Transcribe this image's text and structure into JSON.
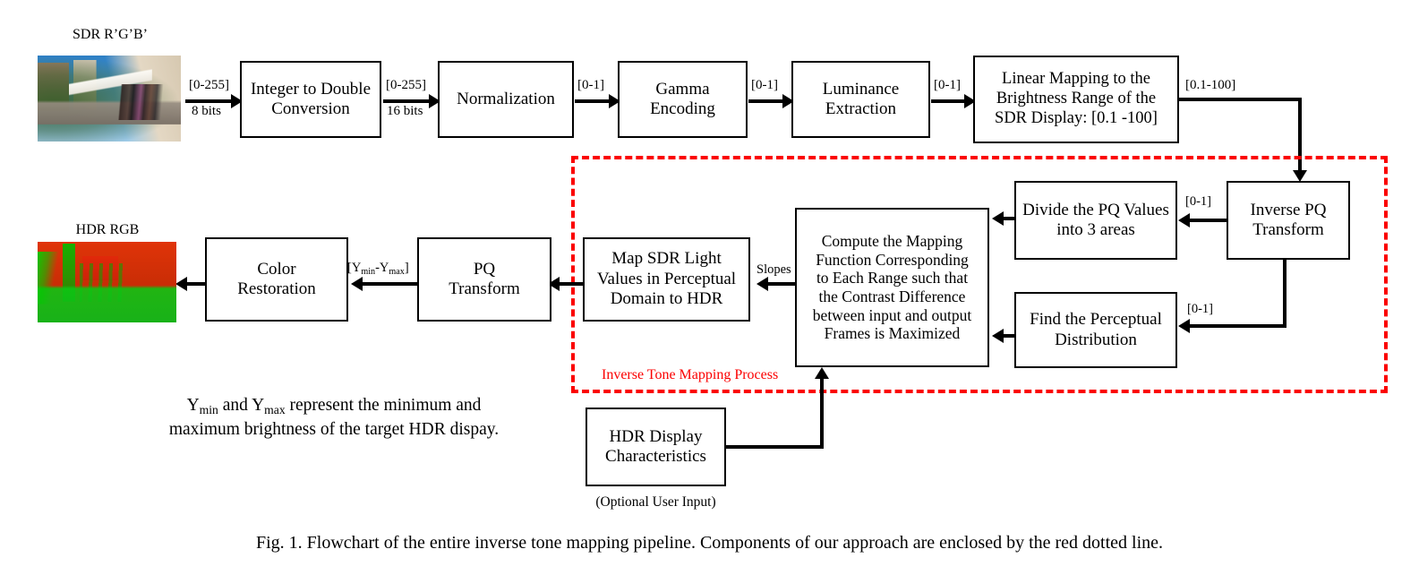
{
  "figure": {
    "caption": "Fig. 1. Flowchart of the entire inverse tone mapping pipeline. Components of our approach are enclosed by the red dotted line.",
    "note": "Ymin and Ymax represent the minimum and\nmaximum brightness of the target HDR dispay.",
    "note_line1_prefix": "",
    "note_line2": "maximum brightness of the target HDR dispay."
  },
  "colors": {
    "region_border": "#fb0000",
    "region_label": "#fb0000",
    "box_border": "#000000",
    "line": "#000000",
    "background": "#ffffff"
  },
  "thumbnails": [
    {
      "name": "sdr-input-image",
      "caption": "SDR R’G’B’"
    },
    {
      "name": "hdr-output-image",
      "caption": "HDR RGB"
    }
  ],
  "region": {
    "label": "Inverse Tone Mapping Process"
  },
  "boxes": [
    {
      "id": "integer-to-double",
      "label": "Integer to Double\nConversion"
    },
    {
      "id": "normalization",
      "label": "Normalization"
    },
    {
      "id": "gamma-encoding",
      "label": "Gamma\nEncoding"
    },
    {
      "id": "luminance-extraction",
      "label": "Luminance\nExtraction"
    },
    {
      "id": "linear-mapping",
      "label": "Linear Mapping to the\nBrightness Range of the\nSDR Display: [0.1  -100]"
    },
    {
      "id": "inverse-pq-transform",
      "label": "Inverse PQ\nTransform"
    },
    {
      "id": "divide-pq-values",
      "label": "Divide the PQ Values\ninto 3 areas"
    },
    {
      "id": "find-perceptual-distribution",
      "label": "Find the Perceptual\nDistribution"
    },
    {
      "id": "compute-mapping-function",
      "label": "Compute the Mapping\nFunction Corresponding\nto Each Range such that\nthe Contrast Difference\nbetween input and output\nFrames is Maximized"
    },
    {
      "id": "map-sdr-light-values",
      "label": "Map SDR Light\nValues in Perceptual\nDomain to HDR"
    },
    {
      "id": "pq-transform",
      "label": "PQ\nTransform"
    },
    {
      "id": "color-restoration",
      "label": "Color\nRestoration"
    },
    {
      "id": "hdr-display-characteristics",
      "label": "HDR Display\nCharacteristics"
    }
  ],
  "box_labels": {
    "integer_to_double": "Integer to Double\nConversion",
    "normalization": "Normalization",
    "gamma_encoding": "Gamma\nEncoding",
    "luminance_extraction": "Luminance\nExtraction",
    "linear_mapping": "Linear Mapping to the\nBrightness Range of the\nSDR Display: [0.1  -100]",
    "inverse_pq_transform": "Inverse PQ\nTransform",
    "divide_pq_values": "Divide the PQ Values\ninto 3 areas",
    "find_perceptual_distribution": "Find the Perceptual\nDistribution",
    "compute_mapping_function": "Compute the Mapping\nFunction Corresponding\nto Each Range such that\nthe Contrast Difference\nbetween input and output\nFrames is Maximized",
    "map_sdr_light_values": "Map SDR Light\nValues in Perceptual\nDomain to HDR",
    "pq_transform": "PQ\nTransform",
    "color_restoration": "Color\nRestoration",
    "hdr_display_characteristics": "HDR Display\nCharacteristics",
    "hdr_display_note": "(Optional User Input)"
  },
  "edge_labels": {
    "img_to_int_range": "[0-255]",
    "img_to_int_bits": "8 bits",
    "int_to_norm_range": "[0-255]",
    "int_to_norm_bits": "16 bits",
    "norm_to_gamma": "[0-1]",
    "gamma_to_lum": "[0-1]",
    "lum_to_linear": "[0-1]",
    "linear_to_invpq": "[0.1-100]",
    "invpq_to_divide": "[0-1]",
    "invpq_to_find": "[0-1]",
    "compute_to_map": "Slopes",
    "pq_to_color": "[Ymin-Ymax]"
  }
}
